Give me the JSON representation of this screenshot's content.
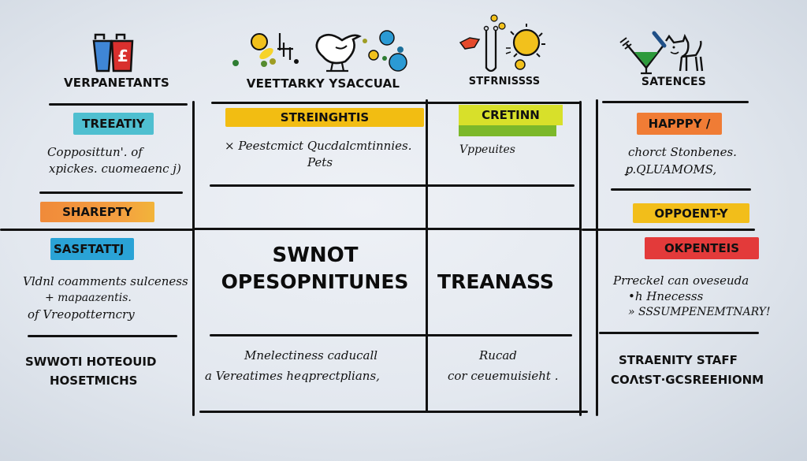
{
  "columns": [
    {
      "title": "VERPANETANTS",
      "icon": "paint-cups-icon"
    },
    {
      "title": "VEETTARKY YSACCUAL",
      "icon": "chicken-icon"
    },
    {
      "title": "STFRNISSSS",
      "icon": "test-tube-sun-icon"
    },
    {
      "title": "SATENCES",
      "icon": "cat-cocktail-icon"
    }
  ],
  "row1": {
    "col1": {
      "tag": "TREEATIY",
      "tag_color": "#4fbfd0",
      "lines": [
        "Copposittun'. of",
        "xpickes. cuomeaenc j)"
      ]
    },
    "col2": {
      "tag": "STREINGHTIS",
      "tag_color": "#f2bd12",
      "lines": [
        "× Peestcmict Qucdalcmtinnies.",
        "Pets"
      ]
    },
    "col3": {
      "tag": "CRETINN",
      "tag_color": "#d8e02a",
      "tag_color_2": "#7cb82a",
      "lines": [
        "Vppeuites"
      ]
    },
    "col4": {
      "tag": "HAPPPY /",
      "tag_color": "#f07c35",
      "lines": [
        "chorct Stonbenes.",
        "ꝑ.QLUAMOMS,"
      ]
    }
  },
  "row2": {
    "col1": {
      "tag_a": "SHAREPTY",
      "tag_a_color": "#f4923a",
      "tag_b": "SASFTATTJ",
      "tag_b_color": "#2aa3d6",
      "lines": [
        "Vldnl coamments sulceness",
        "+ mapaazentis.",
        "of Vreopotterncry"
      ]
    },
    "col2": {
      "title_line1": "SWNOT",
      "title_line2": "OPESOPNITUNES"
    },
    "col3": {
      "title": "TREANASS"
    },
    "col4": {
      "tag_a": "OPPOENT-Y",
      "tag_a_color": "#f2be1a",
      "tag_b": "OKPENTEIS",
      "tag_b_color": "#e33a3a",
      "lines": [
        "Prreckel can oveseuda",
        "•h Hnecesss",
        "» SSSUMPENEMTNARY!"
      ]
    }
  },
  "row3": {
    "col1": {
      "lines": [
        "SWWOTI HOTEOUID",
        "HOSETMICHS"
      ]
    },
    "col2": {
      "lines": [
        "Mnelectiness caducall",
        "a  Vereatimes heqprectplians,"
      ]
    },
    "col3": {
      "lines": [
        "Rucad",
        "cor ceuemuisieht ."
      ]
    },
    "col4": {
      "lines": [
        "STRAENITY STAFF",
        "COΛtST·GCSREEHIONM"
      ]
    }
  }
}
